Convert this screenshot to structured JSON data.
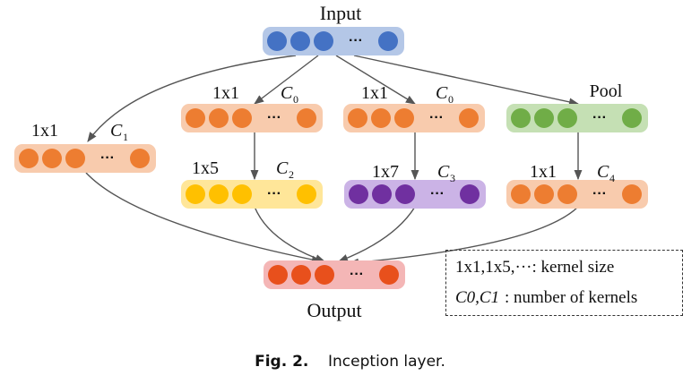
{
  "diagram": {
    "input_label": "Input",
    "output_label": "Output",
    "branches": [
      {
        "id": "b1",
        "op": "1x1",
        "kernels": "C",
        "sub": "1"
      },
      {
        "id": "b2a",
        "op": "1x1",
        "kernels": "C",
        "sub": "0"
      },
      {
        "id": "b2b",
        "op": "1x5",
        "kernels": "C",
        "sub": "2"
      },
      {
        "id": "b3a",
        "op": "1x1",
        "kernels": "C",
        "sub": "0"
      },
      {
        "id": "b3b",
        "op": "1x7",
        "kernels": "C",
        "sub": "3"
      },
      {
        "id": "b4a",
        "op": "Pool"
      },
      {
        "id": "b4b",
        "op": "1x1",
        "kernels": "C",
        "sub": "4"
      }
    ],
    "ellipsis": "···",
    "colors": {
      "input": "#4472c4",
      "input_bg": "#b4c7e7",
      "orange": "#ed7d31",
      "orange_bg": "#f8cbad",
      "yellow": "#ffc000",
      "yellow_bg": "#ffe699",
      "purple": "#7030a0",
      "purple_bg": "#cbb3e6",
      "green": "#70ad47",
      "green_bg": "#c5e0b4",
      "output": "#e8501c",
      "output_bg": "#f4b6b6",
      "arrow": "#555555"
    }
  },
  "legend": {
    "line1": "1x1,1x5,···: kernel size",
    "line2_symbols": "C0,C1",
    "line2_text": ": number of kernels"
  },
  "caption": {
    "label": "Fig. 2.",
    "text": "Inception layer."
  }
}
